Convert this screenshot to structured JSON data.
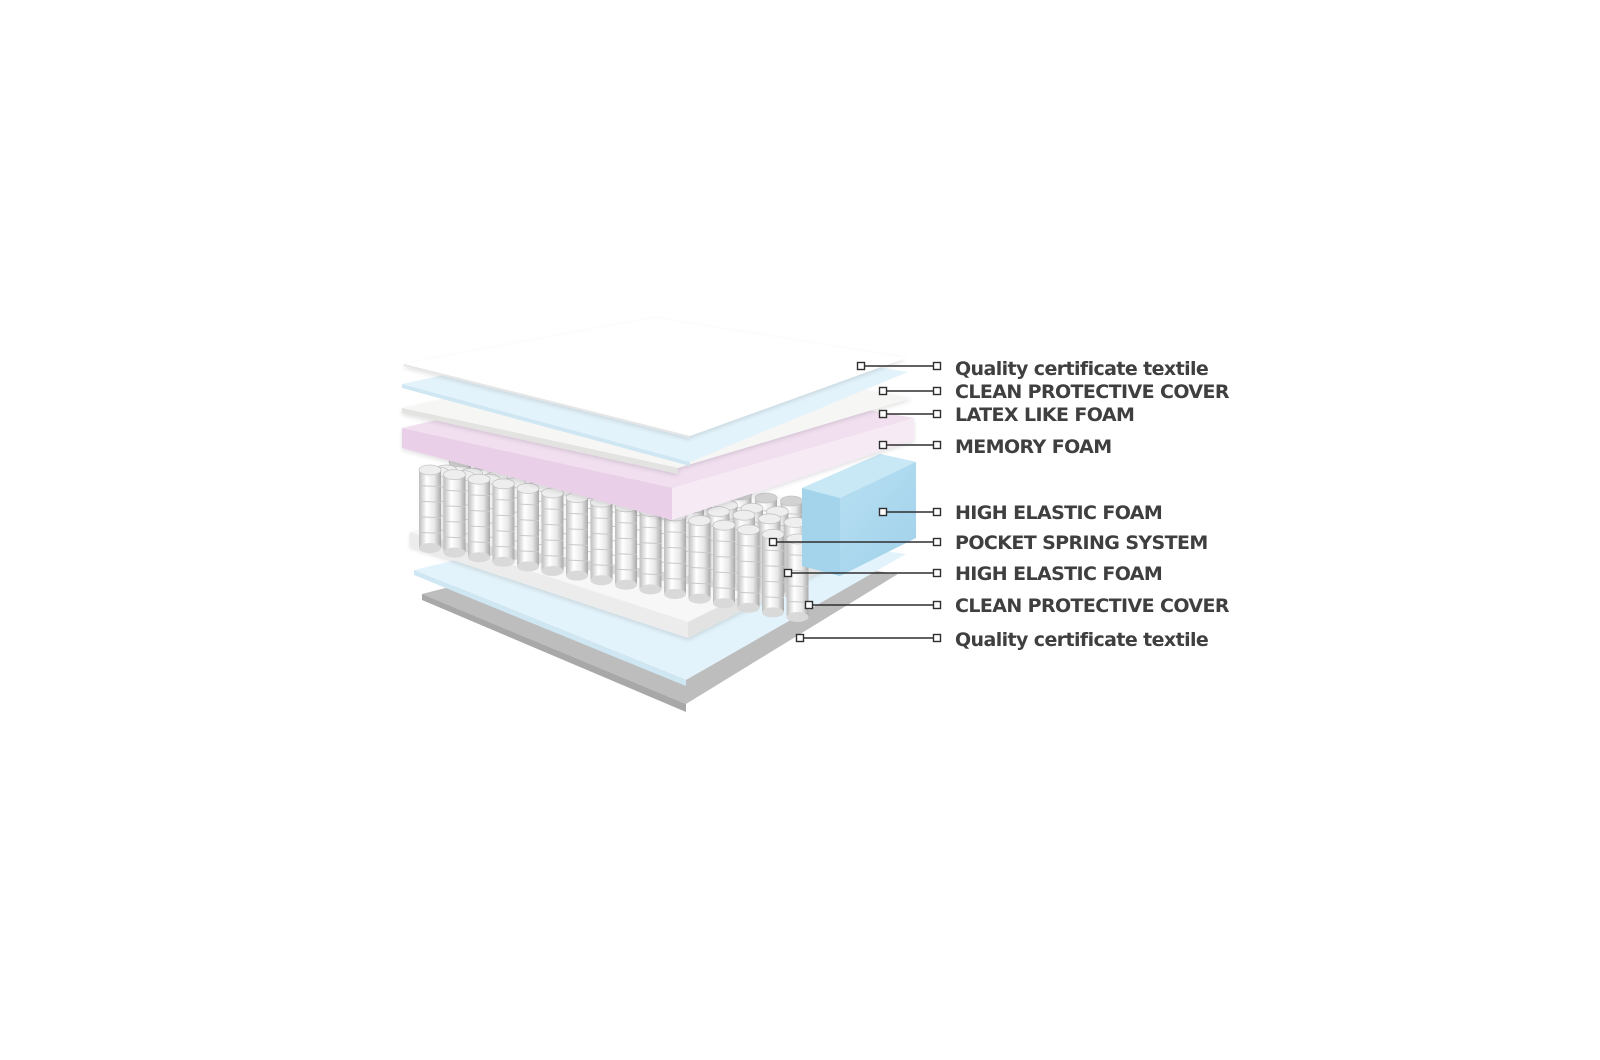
{
  "diagram": {
    "layers": [
      {
        "label": "Quality certificate textile",
        "color": "#ffffff"
      },
      {
        "label": "CLEAN PROTECTIVE COVER",
        "color": "#e3f3fb"
      },
      {
        "label": "LATEX LIKE FOAM",
        "color": "#f4f4f2"
      },
      {
        "label": "MEMORY FOAM",
        "color": "#f0dcee"
      },
      {
        "label": "HIGH ELASTIC FOAM",
        "color": "#a9d8ee"
      },
      {
        "label": "POCKET SPRING SYSTEM",
        "color": "#e6e6e6"
      },
      {
        "label": "HIGH ELASTIC FOAM",
        "color": "#f4f4f4"
      },
      {
        "label": "CLEAN PROTECTIVE COVER",
        "color": "#e3f3fb"
      },
      {
        "label": "Quality certificate textile",
        "color": "#bdbdbd"
      }
    ]
  }
}
